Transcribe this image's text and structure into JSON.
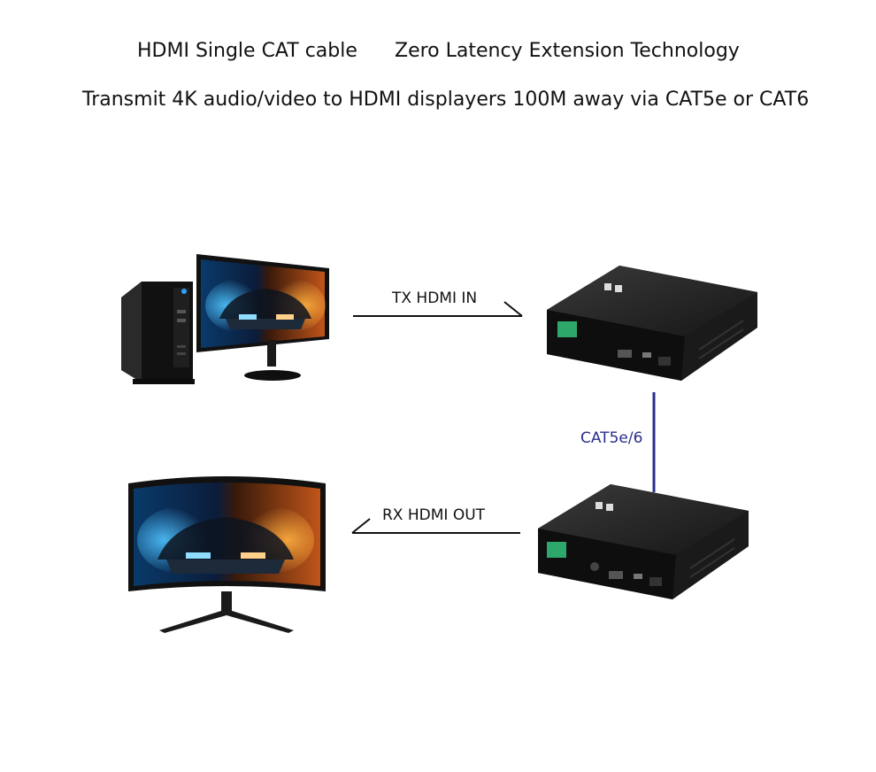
{
  "header": {
    "title_part1": "HDMI Single CAT cable",
    "title_part2": "Zero Latency  Extension Technology",
    "subtitle": "Transmit 4K audio/video to HDMI displayers 100M away via CAT5e or CAT6"
  },
  "diagram": {
    "tx_label": "TX HDMI IN",
    "rx_label": "RX HDMI OUT",
    "cable_label": "CAT5e/6",
    "cable_color": "#2a2d8a"
  }
}
